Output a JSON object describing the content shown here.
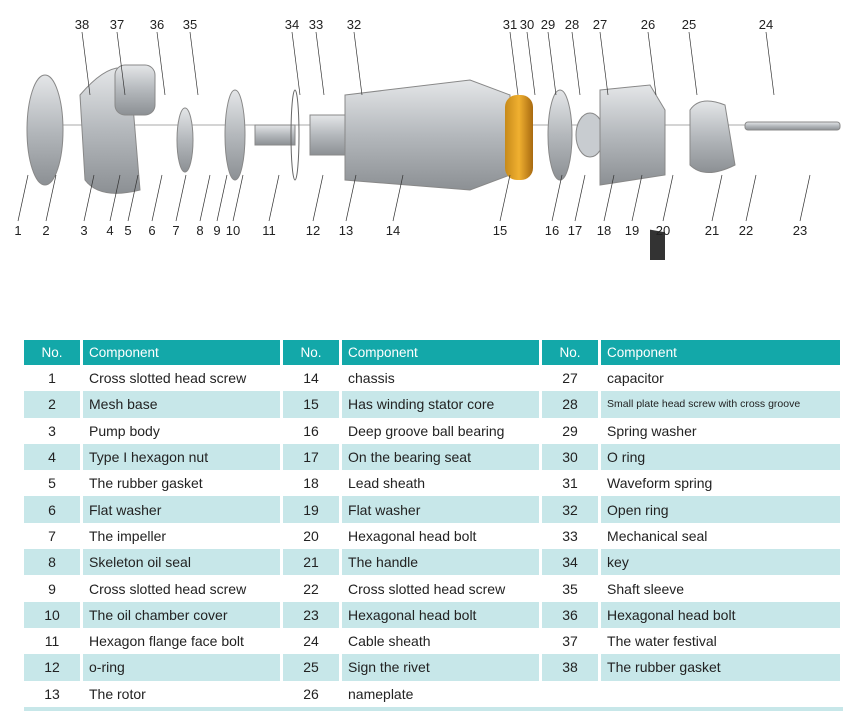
{
  "diagram": {
    "callouts": [
      "1",
      "2",
      "3",
      "4",
      "5",
      "6",
      "7",
      "8",
      "9",
      "10",
      "11",
      "12",
      "13",
      "14",
      "15",
      "16",
      "17",
      "18",
      "19",
      "20",
      "21",
      "22",
      "23",
      "24",
      "25",
      "26",
      "27",
      "28",
      "29",
      "30",
      "31",
      "32",
      "33",
      "34",
      "35",
      "36",
      "37",
      "38"
    ]
  },
  "table": {
    "headers": {
      "no": "No.",
      "component": "Component"
    },
    "rows": [
      [
        [
          "1",
          "Cross slotted head screw"
        ],
        [
          "14",
          "chassis"
        ],
        [
          "27",
          "capacitor"
        ]
      ],
      [
        [
          "2",
          "Mesh base"
        ],
        [
          "15",
          "Has winding stator core"
        ],
        [
          "28",
          "Small plate head screw with cross groove"
        ]
      ],
      [
        [
          "3",
          "Pump body"
        ],
        [
          "16",
          "Deep groove ball bearing"
        ],
        [
          "29",
          "Spring washer"
        ]
      ],
      [
        [
          "4",
          "Type I hexagon nut"
        ],
        [
          "17",
          "On the bearing seat"
        ],
        [
          "30",
          "O ring"
        ]
      ],
      [
        [
          "5",
          "The rubber gasket"
        ],
        [
          "18",
          "Lead sheath"
        ],
        [
          "31",
          "Waveform spring"
        ]
      ],
      [
        [
          "6",
          "Flat washer"
        ],
        [
          "19",
          "Flat washer"
        ],
        [
          "32",
          "Open ring"
        ]
      ],
      [
        [
          "7",
          "The impeller"
        ],
        [
          "20",
          "Hexagonal head bolt"
        ],
        [
          "33",
          "Mechanical seal"
        ]
      ],
      [
        [
          "8",
          "Skeleton oil seal"
        ],
        [
          "21",
          "The handle"
        ],
        [
          "34",
          "key"
        ]
      ],
      [
        [
          "9",
          "Cross slotted head screw"
        ],
        [
          "22",
          "Cross slotted head screw"
        ],
        [
          "35",
          "Shaft sleeve"
        ]
      ],
      [
        [
          "10",
          "The oil chamber cover"
        ],
        [
          "23",
          "Hexagonal head bolt"
        ],
        [
          "36",
          "Hexagonal head bolt"
        ]
      ],
      [
        [
          "11",
          "Hexagon flange face bolt"
        ],
        [
          "24",
          "Cable sheath"
        ],
        [
          "37",
          "The water festival"
        ]
      ],
      [
        [
          "12",
          "o-ring"
        ],
        [
          "25",
          "Sign the rivet"
        ],
        [
          "38",
          "The rubber gasket"
        ]
      ],
      [
        [
          "13",
          "The rotor"
        ],
        [
          "26",
          "nameplate"
        ],
        [
          "",
          ""
        ]
      ]
    ]
  }
}
